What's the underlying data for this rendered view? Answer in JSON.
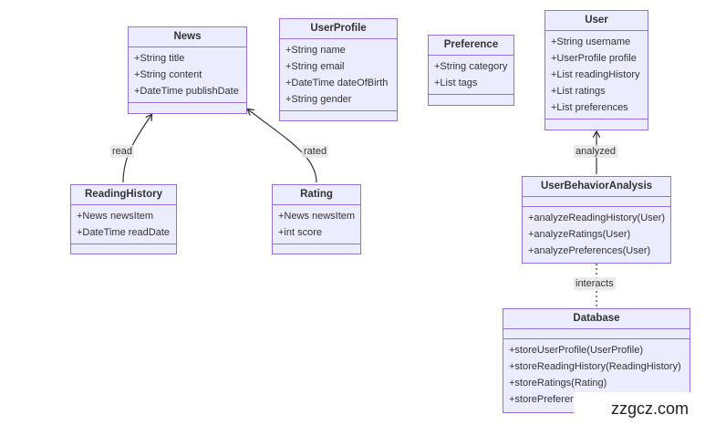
{
  "classes": {
    "news": {
      "name": "News",
      "attributes": [
        "+String title",
        "+String content",
        "+DateTime publishDate"
      ],
      "methods": []
    },
    "user_profile": {
      "name": "UserProfile",
      "attributes": [
        "+String name",
        "+String email",
        "+DateTime dateOfBirth",
        "+String gender"
      ],
      "methods": []
    },
    "preference": {
      "name": "Preference",
      "attributes": [
        "+String category",
        "+List tags"
      ],
      "methods": []
    },
    "user": {
      "name": "User",
      "attributes": [
        "+String username",
        "+UserProfile profile",
        "+List readingHistory",
        "+List ratings",
        "+List preferences"
      ],
      "methods": []
    },
    "reading_history": {
      "name": "ReadingHistory",
      "attributes": [
        "+News newsItem",
        "+DateTime readDate"
      ],
      "methods": []
    },
    "rating": {
      "name": "Rating",
      "attributes": [
        "+News newsItem",
        "+int score"
      ],
      "methods": []
    },
    "user_behavior_analysis": {
      "name": "UserBehaviorAnalysis",
      "attributes": [],
      "methods": [
        "+analyzeReadingHistory(User)",
        "+analyzeRatings(User)",
        "+analyzePreferences(User)"
      ]
    },
    "database": {
      "name": "Database",
      "attributes": [],
      "methods": [
        "+storeUserProfile(UserProfile)",
        "+storeReadingHistory(ReadingHistory)",
        "+storeRatings(Rating)",
        "+storePreferences(Preference)"
      ]
    }
  },
  "edges": {
    "read": {
      "label": "read",
      "from": "ReadingHistory",
      "to": "News",
      "style": "solid"
    },
    "rated": {
      "label": "rated",
      "from": "Rating",
      "to": "News",
      "style": "solid"
    },
    "analyzed": {
      "label": "analyzed",
      "from": "UserBehaviorAnalysis",
      "to": "User",
      "style": "solid"
    },
    "interacts": {
      "label": "interacts",
      "from": "UserBehaviorAnalysis",
      "to": "Database",
      "style": "dotted"
    }
  },
  "watermark": "zzgcz.com",
  "colors": {
    "box_fill": "#ECECFF",
    "box_border": "#9370DB",
    "line": "#333333",
    "label_bg": "#E8E8E8"
  }
}
